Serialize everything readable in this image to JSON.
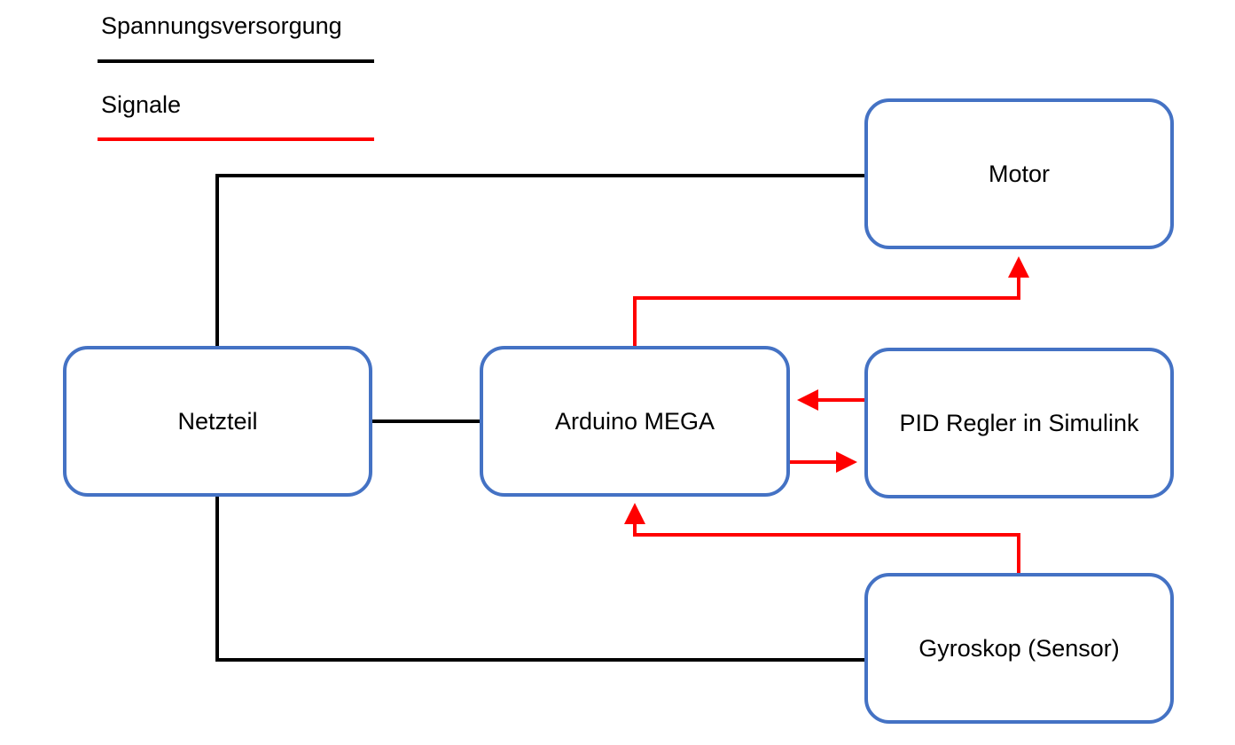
{
  "legend": {
    "power_label": "Spannungsversorgung",
    "signal_label": "Signale"
  },
  "colors": {
    "power": "#000000",
    "signal": "#ff0000",
    "block_border": "#4472c4"
  },
  "blocks": {
    "motor": "Motor",
    "netzteil": "Netzteil",
    "arduino": "Arduino MEGA",
    "pid": "PID Regler in Simulink",
    "gyro": "Gyroskop (Sensor)"
  },
  "connections": [
    {
      "from": "netzteil",
      "to": "motor",
      "kind": "power"
    },
    {
      "from": "netzteil",
      "to": "arduino",
      "kind": "power"
    },
    {
      "from": "netzteil",
      "to": "gyro",
      "kind": "power"
    },
    {
      "from": "arduino",
      "to": "motor",
      "kind": "signal"
    },
    {
      "from": "pid",
      "to": "arduino",
      "kind": "signal"
    },
    {
      "from": "arduino",
      "to": "pid",
      "kind": "signal"
    },
    {
      "from": "gyro",
      "to": "arduino",
      "kind": "signal"
    }
  ]
}
